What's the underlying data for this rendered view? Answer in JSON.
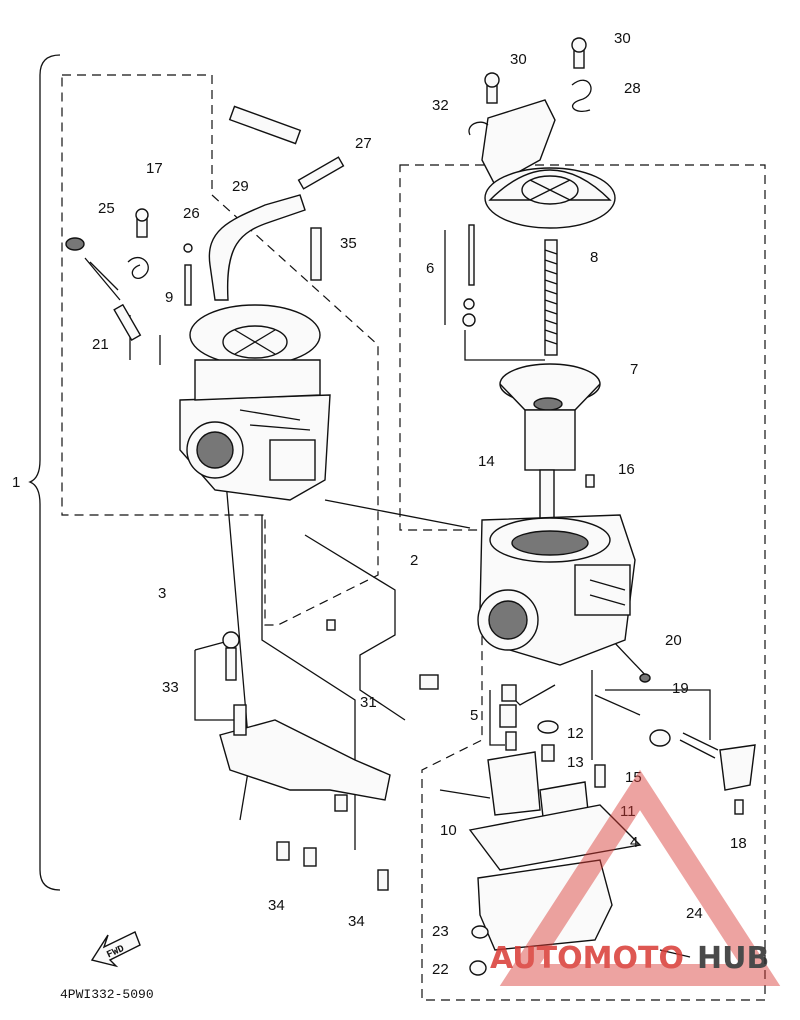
{
  "diagram_code": "4PWI332-5090",
  "fwd_label": "FWD",
  "watermark": {
    "left": "AUTOMOTO",
    "right": "HUB",
    "color": "#d93a35",
    "dark": "#2b2b2b"
  },
  "labels": {
    "l1": "1",
    "l2": "2",
    "l3": "3",
    "l4": "4",
    "l5": "5",
    "l6": "6",
    "l7": "7",
    "l8": "8",
    "l9": "9",
    "l10": "10",
    "l11": "11",
    "l12": "12",
    "l13": "13",
    "l14": "14",
    "l15": "15",
    "l16": "16",
    "l17": "17",
    "l18": "18",
    "l19": "19",
    "l20": "20",
    "l21": "21",
    "l22": "22",
    "l23": "23",
    "l24": "24",
    "l25": "25",
    "l26": "26",
    "l27": "27",
    "l28": "28",
    "l29": "29",
    "l30a": "30",
    "l30b": "30",
    "l31": "31",
    "l32": "32",
    "l33": "33",
    "l34a": "34",
    "l34b": "34",
    "l35": "35"
  }
}
